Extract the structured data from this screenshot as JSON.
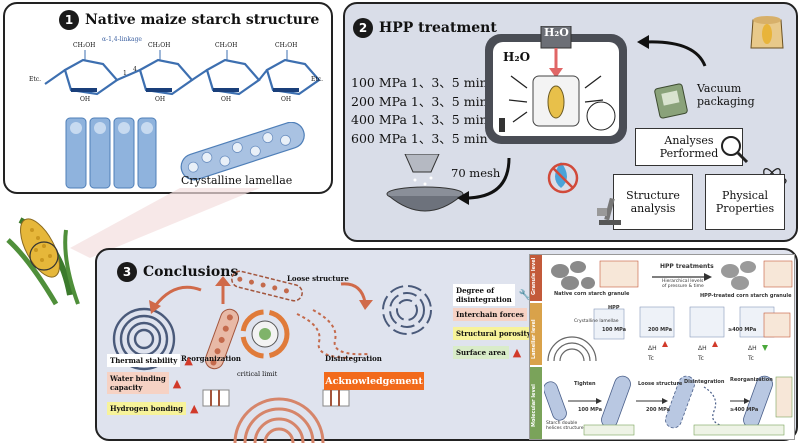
{
  "panel1": {
    "number": "1",
    "title": "Native maize starch structure",
    "linkage": "α-1,4-linkage",
    "ch2oh": "CH₂OH",
    "oh": "OH",
    "etc": "Etc.",
    "ring_nums": [
      "1",
      "4"
    ],
    "caption": "Crystalline lamellae"
  },
  "panel2": {
    "number": "2",
    "title": "HPP treatment",
    "conditions": [
      "100 MPa 1、3、5 min",
      "200 MPa 1、3、5 min",
      "400 MPa 1、3、5 min",
      "600 MPa 1、3、5 min"
    ],
    "h2o_top": "H₂O",
    "h2o_left": "H₂O",
    "mesh": "70 mesh",
    "vacuum": "Vacuum\npackaging",
    "analyses": "Analyses\nPerformed",
    "structure": "Structure\nanalysis",
    "physical": "Physical\nProperties"
  },
  "panel3": {
    "number": "3",
    "title": "Conclusions",
    "loose": "Loose structure",
    "reorganization": "Reorganization",
    "disintegration": "Disintegration",
    "critical": "critical limit",
    "acknowledgement": "Acknowledgement",
    "left_props": [
      {
        "label": "Thermal stability",
        "bg": "#ffffff"
      },
      {
        "label": "Water binding\ncapacity",
        "bg": "#f6d2c4"
      },
      {
        "label": "Hydrogen bonding",
        "bg": "#f7f39a"
      }
    ],
    "right_props": [
      {
        "label": "Degree of\ndisintegration",
        "bg": "#ffffff"
      },
      {
        "label": "Interchain forces",
        "bg": "#f6d2c4"
      },
      {
        "label": "Structural porosity",
        "bg": "#f7f39a"
      },
      {
        "label": "Surface area",
        "bg": "#d9ecc9"
      }
    ],
    "levels": [
      "Granule level",
      "Lamellar level",
      "Molecular level"
    ],
    "granule": {
      "left": "Native corn starch granule",
      "mid": "HPP treatments",
      "mid_sub": "Hierarchical levels\nof pressure & time",
      "right": "HPP-treated corn starch granule"
    },
    "lamellar": {
      "hpp": "HPP",
      "p100": "100 MPa",
      "p200": "200 MPa",
      "p400": "≥400 MPa",
      "dH": "ΔH",
      "Tc": "Tc",
      "sub": "Crystalline lamellae"
    },
    "molecular": {
      "tighten": "Tighten",
      "loose": "Loose structure",
      "disintegration": "Disintegration",
      "reorganization": "Reorganization",
      "p100": "100 MPa",
      "p200": "200 MPa",
      "p400": "≥400 MPa",
      "starch": "Starch double\nhelices structure"
    }
  }
}
